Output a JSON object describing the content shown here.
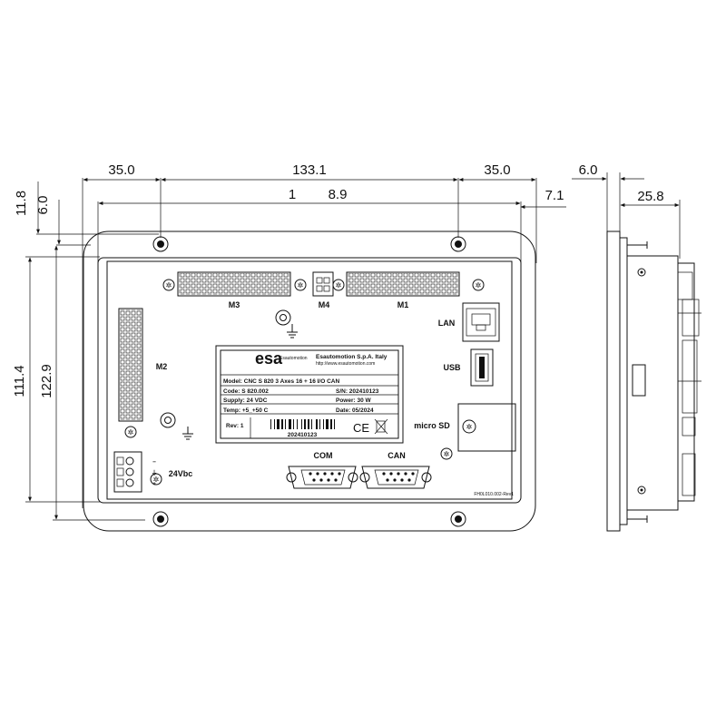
{
  "dimensions": {
    "top_left": "35.0",
    "top_center": "133.1",
    "top_right": "35.0",
    "second_row_a": "1",
    "second_row_b": "8.9",
    "right_offset": "7.1",
    "left_11_8": "11.8",
    "left_6_0": "6.0",
    "height_111_4": "111.4",
    "height_122_9": "122.9",
    "side_6_0": "6.0",
    "side_25_8": "25.8"
  },
  "connectors": {
    "m3": "M3",
    "m4": "M4",
    "m1": "M1",
    "m2": "M2",
    "lan": "LAN",
    "usb": "USB",
    "com": "COM",
    "can": "CAN",
    "power": "24Vbc",
    "micro_sd": "micro SD"
  },
  "label": {
    "logo": "esa",
    "logo_sub": "Esautomotion",
    "company": "Esautomotion S.p.A. Italy",
    "website": "http://www.esautomotion.com",
    "model": "Model:  CNC S 820 3 Axes 16 + 16 I/O CAN",
    "code": "Code: S 820.002",
    "sn": "S/N: 202410123",
    "supply": "Supply:  24 VDC",
    "power": "Power:  30 W",
    "temp": "Temp: +5_+50 C",
    "date": "Date:  05/2024",
    "rev": "Rev: 1",
    "barcode_text": "202410123"
  },
  "drawing_code": "FH0L010.002-Rev1",
  "power_pins": [
    "−",
    "⏚",
    "+"
  ]
}
